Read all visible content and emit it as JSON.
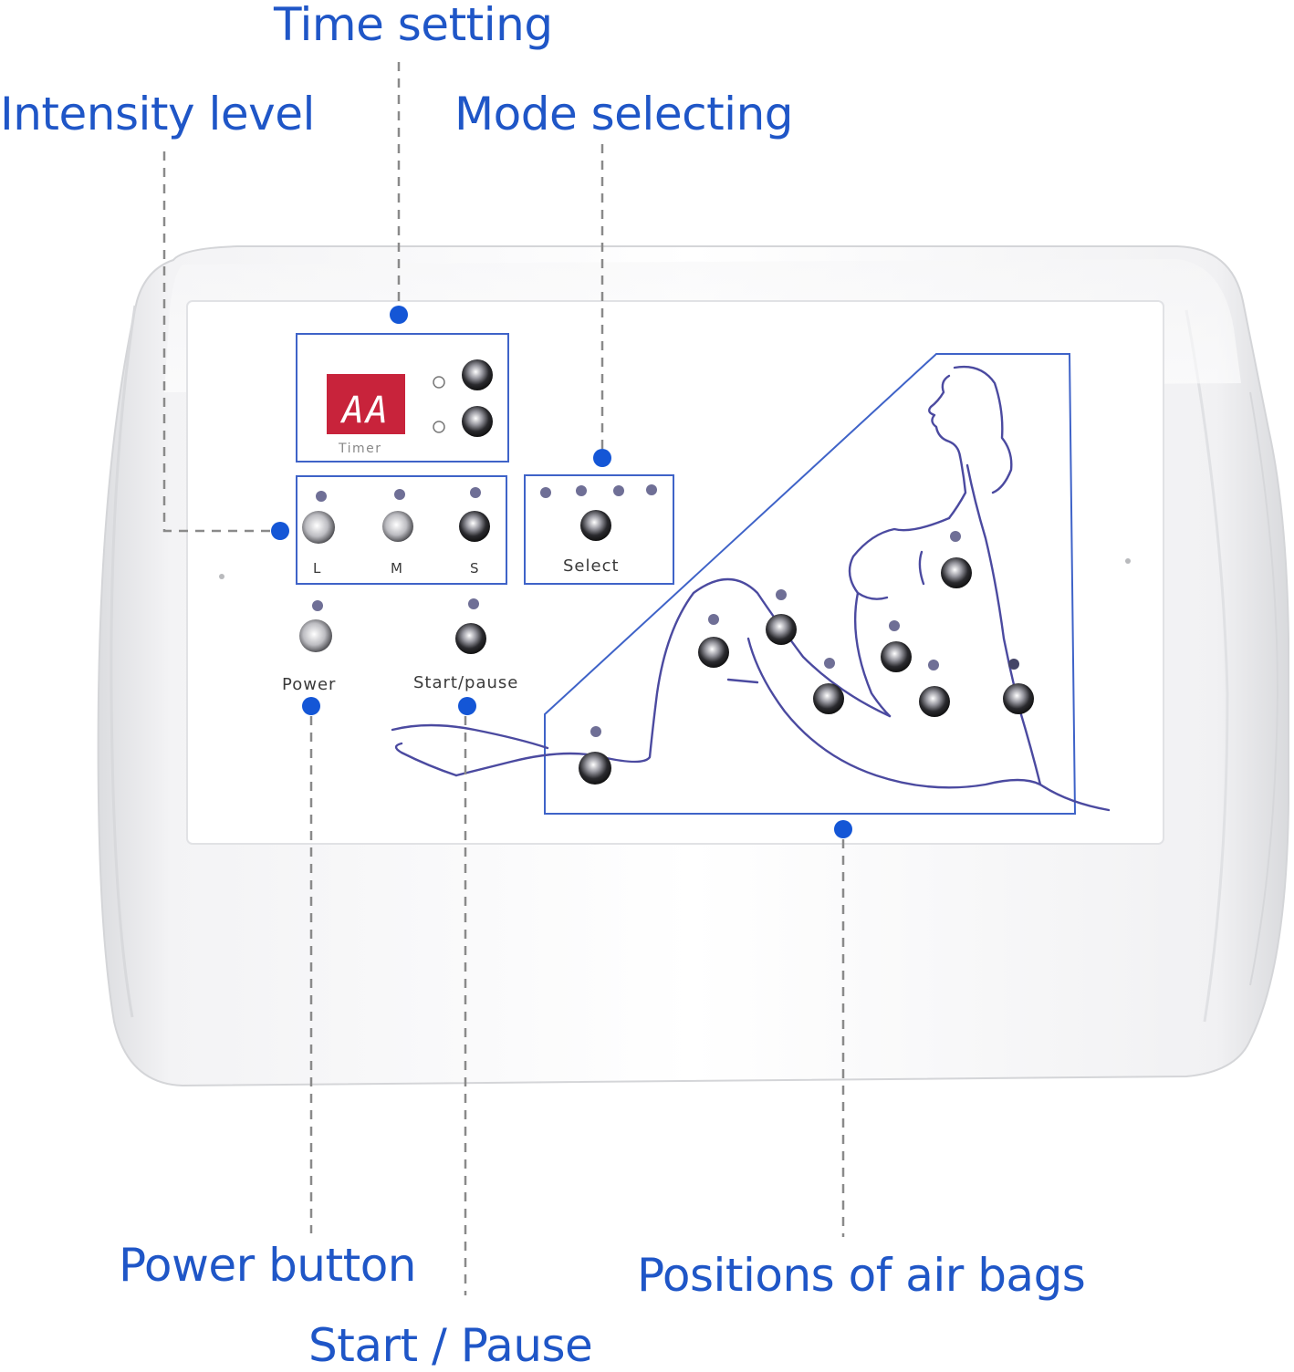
{
  "callouts": {
    "time_setting": "Time setting",
    "intensity_level": "Intensity level",
    "mode_selecting": "Mode selecting",
    "power_button": "Power button",
    "start_pause": "Start / Pause",
    "positions_of_air_bags": "Positions of air bags"
  },
  "panel": {
    "timer_label": "Timer",
    "display_value": "AA",
    "level_labels": [
      "L",
      "M",
      "S"
    ],
    "select_label": "Select",
    "power_label": "Power",
    "start_pause_label": "Start/pause"
  },
  "colors": {
    "callout_blue": "#1f56c7",
    "panel_line_blue": "#3f63c8",
    "dot_blue": "#1456d6",
    "figure_line": "#4b4aa0",
    "indicator_gray": "#6f6f96",
    "display_red": "#c8233b"
  },
  "icons": {
    "marker": "blue-dot-marker",
    "leader": "dashed-leader-line",
    "button": "round-push-button",
    "indicator": "indicator-led"
  }
}
